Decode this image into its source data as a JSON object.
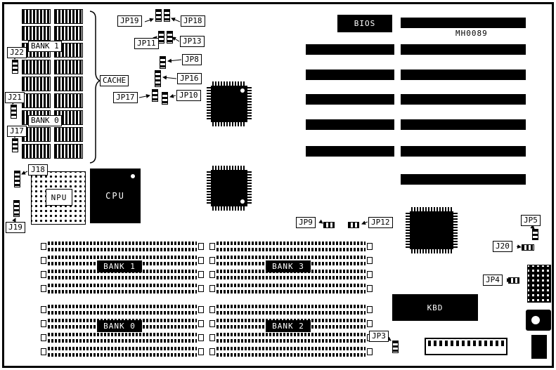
{
  "diagram": {
    "board_id": "MH0089",
    "colors": {
      "ink": "#000000",
      "paper": "#ffffff"
    },
    "chips": {
      "bios": "BIOS",
      "cpu": "CPU",
      "npu": "NPU",
      "kbd": "KBD",
      "cache": "CACHE"
    },
    "cache_banks": {
      "bank1": "BANK 1",
      "bank0": "BANK 0"
    },
    "simm_banks": {
      "bank1": "BANK 1",
      "bank0": "BANK 0",
      "bank3": "BANK 3",
      "bank2": "BANK 2"
    },
    "jumpers": {
      "jp3": "JP3",
      "jp4": "JP4",
      "jp5": "JP5",
      "jp8": "JP8",
      "jp9": "JP9",
      "jp10": "JP10",
      "jp11": "JP11",
      "jp12": "JP12",
      "jp13": "JP13",
      "jp16": "JP16",
      "jp17": "JP17",
      "jp18": "JP18",
      "jp19": "JP19"
    },
    "connectors": {
      "j17": "J17",
      "j18": "J18",
      "j19": "J19",
      "j20": "J20",
      "j21": "J21",
      "j22": "J22"
    }
  }
}
